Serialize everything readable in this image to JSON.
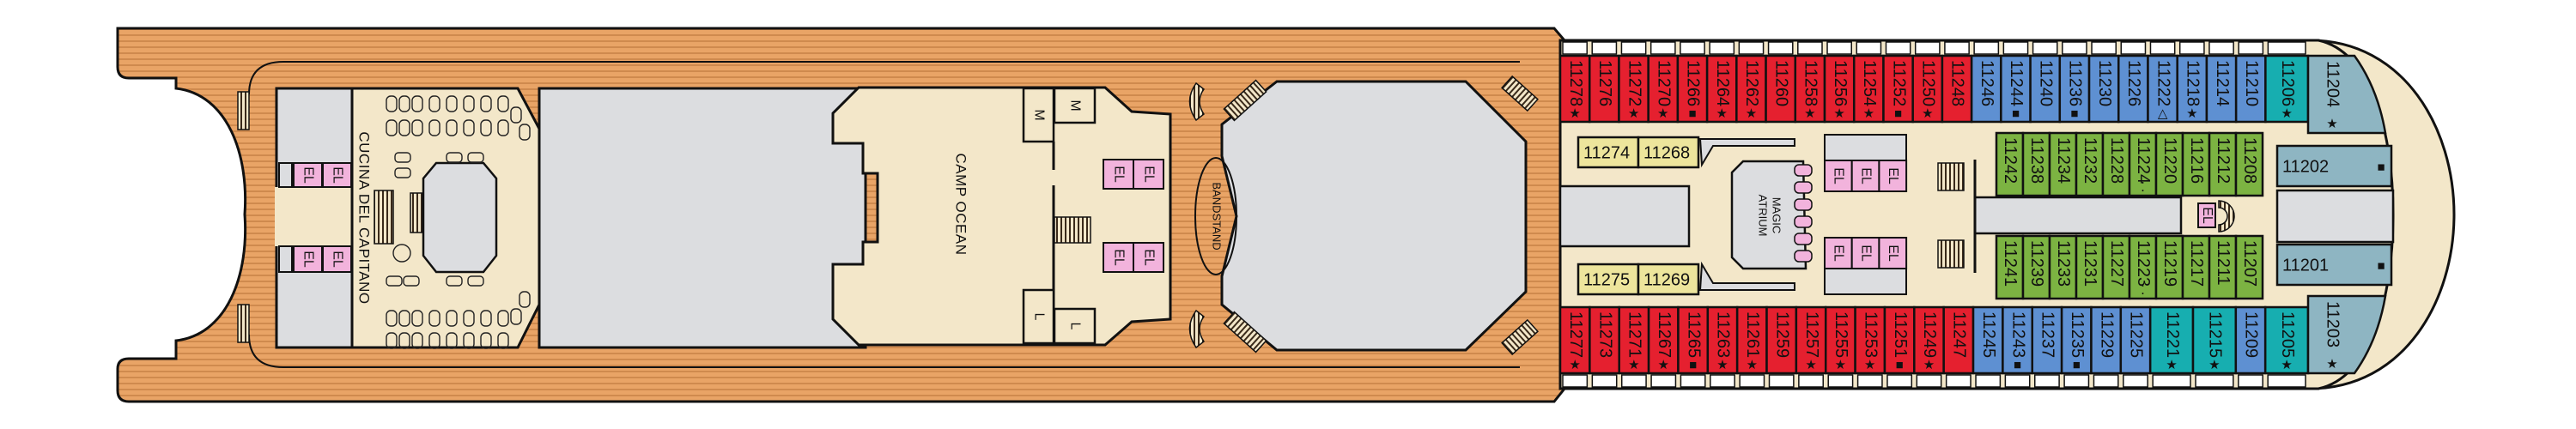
{
  "venues": {
    "cucina": "CUCINA DEL CAPITANO",
    "camp_ocean": "CAMP OCEAN",
    "bandstand": "BANDSTAND",
    "magic_atrium_line1": "MAGIC",
    "magic_atrium_line2": "ATRIUM"
  },
  "facility_labels": {
    "elevator": "EL",
    "men": "M",
    "ladies": "L"
  },
  "colors": {
    "wood": "#E9A466",
    "wood_stripe": "#CF8A4E",
    "interior": "#F3E7C9",
    "open_area": "#DCDDE0",
    "elevator": "#F2B3DC",
    "red": "#E5202F",
    "blue": "#5E90D2",
    "teal": "#17AEB0",
    "green": "#7CB342",
    "suite": "#8EB5C2",
    "yellow": "#EDE59C",
    "balcony": "#FFFFFF"
  },
  "cabins": {
    "top_row": [
      {
        "number": "11278",
        "mark": "★",
        "category": "red"
      },
      {
        "number": "11276",
        "mark": "",
        "category": "red"
      },
      {
        "number": "11272",
        "mark": "★",
        "category": "red"
      },
      {
        "number": "11270",
        "mark": "★",
        "category": "red"
      },
      {
        "number": "11266",
        "mark": "■",
        "category": "red"
      },
      {
        "number": "11264",
        "mark": "★",
        "category": "red"
      },
      {
        "number": "11262",
        "mark": "★",
        "category": "red"
      },
      {
        "number": "11260",
        "mark": "",
        "category": "red"
      },
      {
        "number": "11258",
        "mark": "★",
        "category": "red"
      },
      {
        "number": "11256",
        "mark": "★",
        "category": "red"
      },
      {
        "number": "11254",
        "mark": "★",
        "category": "red"
      },
      {
        "number": "11252",
        "mark": "■",
        "category": "red"
      },
      {
        "number": "11250",
        "mark": "★",
        "category": "red"
      },
      {
        "number": "11248",
        "mark": "",
        "category": "red"
      },
      {
        "number": "11246",
        "mark": "",
        "category": "blue"
      },
      {
        "number": "11244",
        "mark": "■",
        "category": "blue"
      },
      {
        "number": "11240",
        "mark": "",
        "category": "blue"
      },
      {
        "number": "11236",
        "mark": "■",
        "category": "blue"
      },
      {
        "number": "11230",
        "mark": "",
        "category": "blue"
      },
      {
        "number": "11226",
        "mark": "",
        "category": "blue"
      },
      {
        "number": "11222",
        "mark": "△",
        "category": "blue"
      },
      {
        "number": "11218",
        "mark": "★",
        "category": "blue"
      },
      {
        "number": "11214",
        "mark": "",
        "category": "blue"
      },
      {
        "number": "11210",
        "mark": "",
        "category": "blue"
      },
      {
        "number": "11206",
        "mark": "★",
        "category": "teal"
      }
    ],
    "bottom_row": [
      {
        "number": "11277",
        "mark": "★",
        "category": "red"
      },
      {
        "number": "11273",
        "mark": "",
        "category": "red"
      },
      {
        "number": "11271",
        "mark": "★",
        "category": "red"
      },
      {
        "number": "11267",
        "mark": "★",
        "category": "red"
      },
      {
        "number": "11265",
        "mark": "■",
        "category": "red"
      },
      {
        "number": "11263",
        "mark": "★",
        "category": "red"
      },
      {
        "number": "11261",
        "mark": "★",
        "category": "red"
      },
      {
        "number": "11259",
        "mark": "",
        "category": "red"
      },
      {
        "number": "11257",
        "mark": "★",
        "category": "red"
      },
      {
        "number": "11255",
        "mark": "★",
        "category": "red"
      },
      {
        "number": "11253",
        "mark": "★",
        "category": "red"
      },
      {
        "number": "11251",
        "mark": "■",
        "category": "red"
      },
      {
        "number": "11249",
        "mark": "★",
        "category": "red"
      },
      {
        "number": "11247",
        "mark": "",
        "category": "red"
      },
      {
        "number": "11245",
        "mark": "",
        "category": "blue"
      },
      {
        "number": "11243",
        "mark": "■",
        "category": "blue"
      },
      {
        "number": "11237",
        "mark": "",
        "category": "blue"
      },
      {
        "number": "11235",
        "mark": "■",
        "category": "blue"
      },
      {
        "number": "11229",
        "mark": "",
        "category": "blue"
      },
      {
        "number": "11225",
        "mark": "",
        "category": "blue"
      },
      {
        "number": "11221",
        "mark": "★",
        "category": "teal"
      },
      {
        "number": "11215",
        "mark": "★",
        "category": "teal"
      },
      {
        "number": "11209",
        "mark": "",
        "category": "blue"
      },
      {
        "number": "11205",
        "mark": "★",
        "category": "teal"
      }
    ],
    "inner_top": [
      {
        "number": "11242",
        "mark": "",
        "category": "green"
      },
      {
        "number": "11238",
        "mark": "",
        "category": "green"
      },
      {
        "number": "11234",
        "mark": "",
        "category": "green"
      },
      {
        "number": "11232",
        "mark": "",
        "category": "green"
      },
      {
        "number": "11228",
        "mark": "",
        "category": "green"
      },
      {
        "number": "11224",
        "mark": "⁚",
        "category": "green"
      },
      {
        "number": "11220",
        "mark": "",
        "category": "green"
      },
      {
        "number": "11216",
        "mark": "",
        "category": "green"
      },
      {
        "number": "11212",
        "mark": "",
        "category": "green"
      },
      {
        "number": "11208",
        "mark": "",
        "category": "green"
      }
    ],
    "inner_bottom": [
      {
        "number": "11241",
        "mark": "",
        "category": "green"
      },
      {
        "number": "11239",
        "mark": "",
        "category": "green"
      },
      {
        "number": "11233",
        "mark": "",
        "category": "green"
      },
      {
        "number": "11231",
        "mark": "",
        "category": "green"
      },
      {
        "number": "11227",
        "mark": "",
        "category": "green"
      },
      {
        "number": "11223",
        "mark": "⁚",
        "category": "green"
      },
      {
        "number": "11219",
        "mark": "",
        "category": "green"
      },
      {
        "number": "11217",
        "mark": "",
        "category": "green"
      },
      {
        "number": "11211",
        "mark": "",
        "category": "green"
      },
      {
        "number": "11207",
        "mark": "",
        "category": "green"
      }
    ],
    "aft_top": [
      {
        "number": "11274",
        "mark": "",
        "category": "yellow"
      },
      {
        "number": "11268",
        "mark": "",
        "category": "yellow"
      }
    ],
    "aft_bottom": [
      {
        "number": "11275",
        "mark": "",
        "category": "yellow"
      },
      {
        "number": "11269",
        "mark": "",
        "category": "yellow"
      }
    ],
    "forward_suites": {
      "top_corner": {
        "number": "11204",
        "mark": "★",
        "category": "suite"
      },
      "top_center": {
        "number": "11202",
        "mark": "■",
        "category": "suite"
      },
      "bottom_center": {
        "number": "11201",
        "mark": "■",
        "category": "suite"
      },
      "bottom_corner": {
        "number": "11203",
        "mark": "★",
        "category": "suite"
      }
    }
  }
}
